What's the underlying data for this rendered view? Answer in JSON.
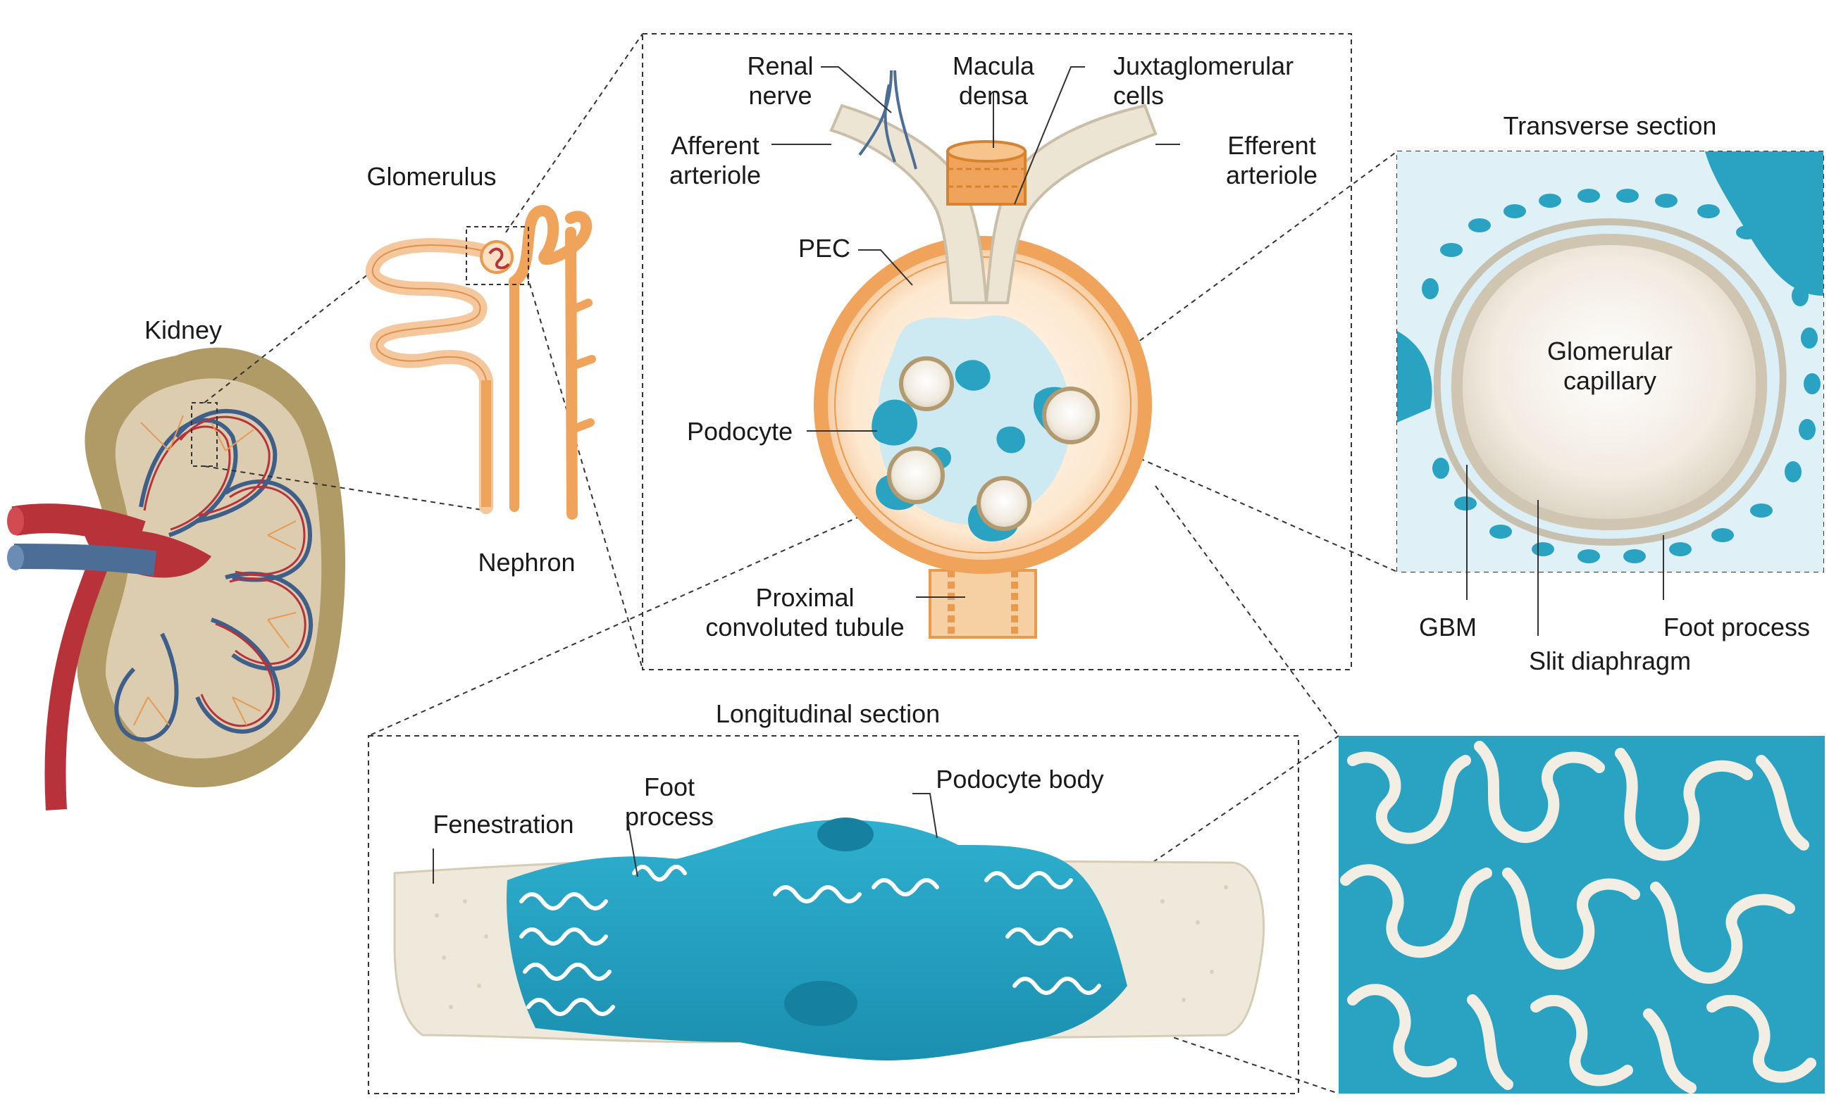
{
  "labels": {
    "kidney": "Kidney",
    "glomerulus": "Glomerulus",
    "nephron": "Nephron",
    "renal_nerve": "Renal\nnerve",
    "macula_densa": "Macula\ndensa",
    "juxtaglomerular": "Juxtaglomerular\ncells",
    "afferent": "Afferent\narteriole",
    "efferent": "Efferent\narteriole",
    "pec": "PEC",
    "podocyte": "Podocyte",
    "proximal": "Proximal\nconvoluted tubule",
    "transverse": "Transverse section",
    "glomerular_capillary": "Glomerular\ncapillary",
    "gbm": "GBM",
    "slit": "Slit diaphragm",
    "foot_process_t": "Foot process",
    "longitudinal": "Longitudinal section",
    "fenestration": "Fenestration",
    "foot_process_l": "Foot\nprocess",
    "podocyte_body": "Podocyte body"
  },
  "colors": {
    "kidney_cortex": "#b09a66",
    "kidney_medulla": "#dcccb0",
    "artery": "#b8323a",
    "vein": "#4c6d96",
    "tubule": "#e99a4e",
    "tubule_light": "#f4c79c",
    "podocyte": "#2aa3c2",
    "podocyte_light": "#bfe2ef",
    "cream": "#efe9dc"
  }
}
